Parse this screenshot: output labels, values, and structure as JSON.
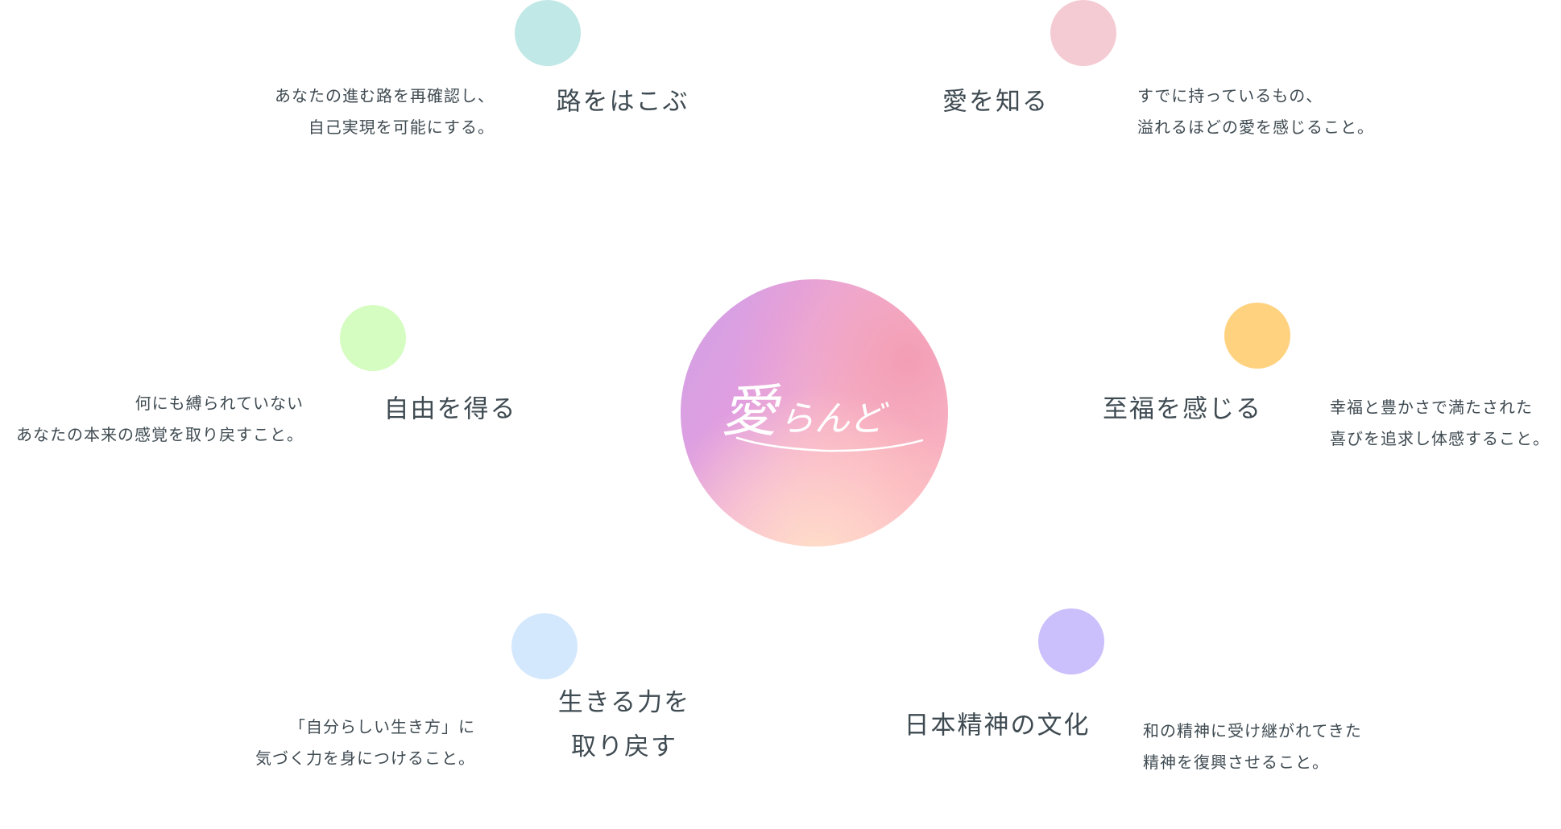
{
  "logo": {
    "big": "愛",
    "small": "らんど"
  },
  "colors": {
    "teal": "#c0e8e6",
    "pink": "#f5cbd3",
    "green": "#d5fdc1",
    "orange": "#ffd280",
    "blue": "#d3e8fd",
    "purple": "#cbbffc",
    "text": "#3f4b52"
  },
  "items": [
    {
      "title": [
        "路をはこぶ"
      ],
      "desc": [
        "あなたの進む路を再確認し、",
        "自己実現を可能にする。"
      ]
    },
    {
      "title": [
        "愛を知る"
      ],
      "desc": [
        "すでに持っているもの、",
        "溢れるほどの愛を感じること。"
      ]
    },
    {
      "title": [
        "自由を得る"
      ],
      "desc": [
        "何にも縛られていない",
        "あなたの本来の感覚を取り戻すこと。"
      ]
    },
    {
      "title": [
        "至福を感じる"
      ],
      "desc": [
        "幸福と豊かさで満たされた",
        "喜びを追求し体感すること。"
      ]
    },
    {
      "title": [
        "生きる力を",
        "取り戻す"
      ],
      "desc": [
        "「自分らしい生き方」に",
        "気づく力を身につけること。"
      ]
    },
    {
      "title": [
        "日本精神の文化"
      ],
      "desc": [
        "和の精神に受け継がれてきた",
        "精神を復興させること。"
      ]
    }
  ]
}
